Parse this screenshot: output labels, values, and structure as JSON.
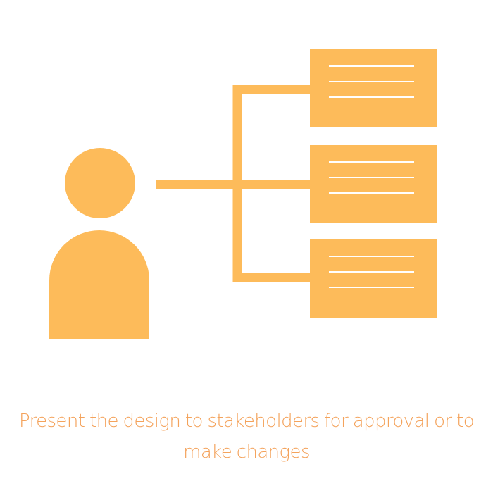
{
  "caption": "Present the design to stakeholders for approval or to make changes",
  "colors": {
    "accent": "#fdbb5a",
    "caption": "#f4a35c",
    "card_lines": "#ffffff",
    "background": "#ffffff"
  },
  "icons": {
    "presenter": "person-icon",
    "documents": "document-icon"
  },
  "documents": [
    {
      "name": "document-card-1",
      "line_count": 3
    },
    {
      "name": "document-card-2",
      "line_count": 3
    },
    {
      "name": "document-card-3",
      "line_count": 3
    }
  ]
}
